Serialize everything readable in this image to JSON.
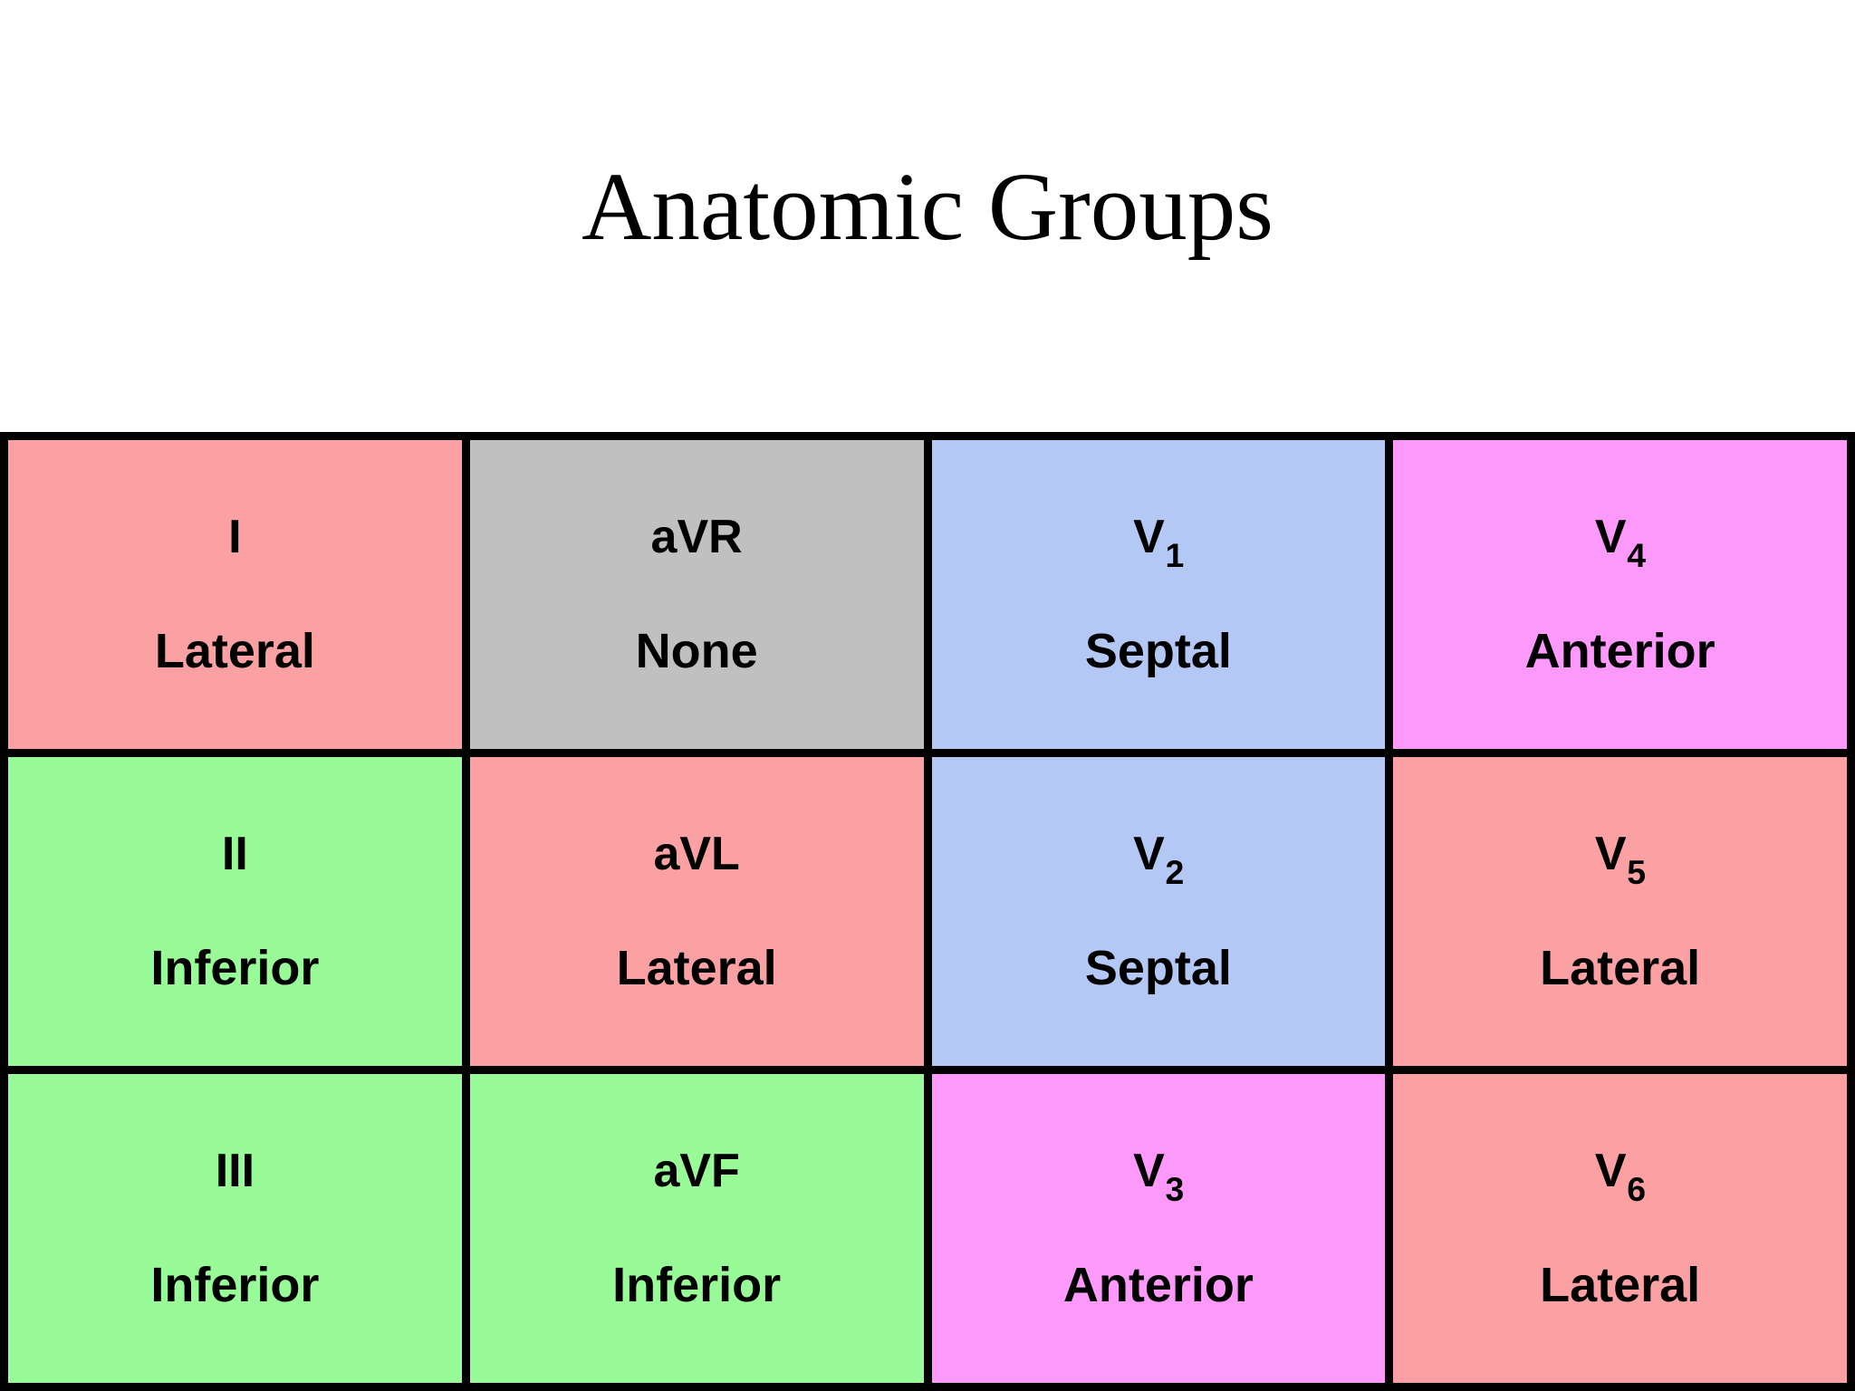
{
  "title": "Anatomic Groups",
  "colors": {
    "background": "#FFFFFF",
    "grid_border": "#000000",
    "lateral_salmon": "#FCA1A3",
    "none_gray": "#C1C0C1",
    "septal_blue": "#B4C8F5",
    "anterior_magenta": "#FC99FB",
    "inferior_green": "#98FB98",
    "text": "#000000"
  },
  "table": {
    "rows": 3,
    "columns": 4,
    "cells": [
      {
        "lead": "I",
        "sub": "",
        "group": "Lateral",
        "bg": "#FCA1A3"
      },
      {
        "lead": "aVR",
        "sub": "",
        "group": "None",
        "bg": "#C1C0C1"
      },
      {
        "lead": "V",
        "sub": "1",
        "group": "Septal",
        "bg": "#B4C8F5"
      },
      {
        "lead": "V",
        "sub": "4",
        "group": "Anterior",
        "bg": "#FC99FB"
      },
      {
        "lead": "II",
        "sub": "",
        "group": "Inferior",
        "bg": "#98FB98"
      },
      {
        "lead": "aVL",
        "sub": "",
        "group": "Lateral",
        "bg": "#FCA1A3"
      },
      {
        "lead": "V",
        "sub": "2",
        "group": "Septal",
        "bg": "#B4C8F5"
      },
      {
        "lead": "V",
        "sub": "5",
        "group": "Lateral",
        "bg": "#FCA1A3"
      },
      {
        "lead": "III",
        "sub": "",
        "group": "Inferior",
        "bg": "#98FB98"
      },
      {
        "lead": "aVF",
        "sub": "",
        "group": "Inferior",
        "bg": "#98FB98"
      },
      {
        "lead": "V",
        "sub": "3",
        "group": "Anterior",
        "bg": "#FC99FB"
      },
      {
        "lead": "V",
        "sub": "6",
        "group": "Lateral",
        "bg": "#FCA1A3"
      }
    ]
  }
}
